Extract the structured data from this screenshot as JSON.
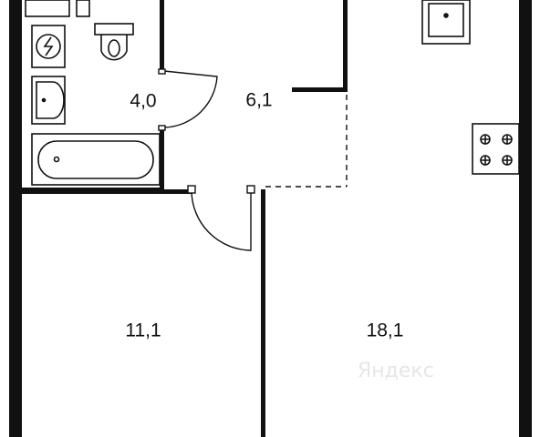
{
  "rooms": [
    {
      "id": "bathroom",
      "area_label": "4,0"
    },
    {
      "id": "hallway",
      "area_label": "6,1"
    },
    {
      "id": "bedroom",
      "area_label": "11,1"
    },
    {
      "id": "living-kitchen",
      "area_label": "18,1"
    }
  ],
  "watermark": "Яндекс",
  "colors": {
    "wall": "#111111",
    "fixture_stroke": "#111111",
    "background": "#ffffff"
  },
  "icons": [
    "toilet-icon",
    "washing-machine-icon",
    "sink-icon",
    "bathtub-icon",
    "kitchen-sink-icon",
    "stove-icon"
  ]
}
